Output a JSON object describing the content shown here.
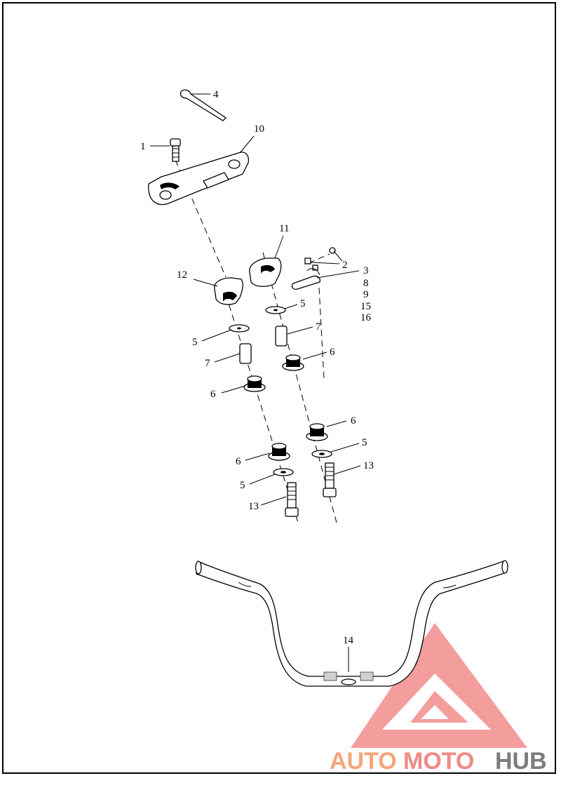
{
  "diagram": {
    "callouts": {
      "c1": "1",
      "c2": "2",
      "c3": "3",
      "c4": "4",
      "c5a": "5",
      "c5b": "5",
      "c5c": "5",
      "c5d": "5",
      "c6a": "6",
      "c6b": "6",
      "c6c": "6",
      "c6d": "6",
      "c7a": "7",
      "c7b": "7",
      "c8": "8",
      "c9": "9",
      "c10": "10",
      "c11": "11",
      "c12": "12",
      "c13a": "13",
      "c13b": "13",
      "c14": "14",
      "c15": "15",
      "c16": "16"
    }
  },
  "watermark": {
    "word_auto": "AUTO",
    "word_moto": "MOTO",
    "word_hub": "HUB",
    "colors": {
      "triangle": "#f08a87",
      "auto": "#f6a57a",
      "hub": "#7c7c7c"
    }
  }
}
